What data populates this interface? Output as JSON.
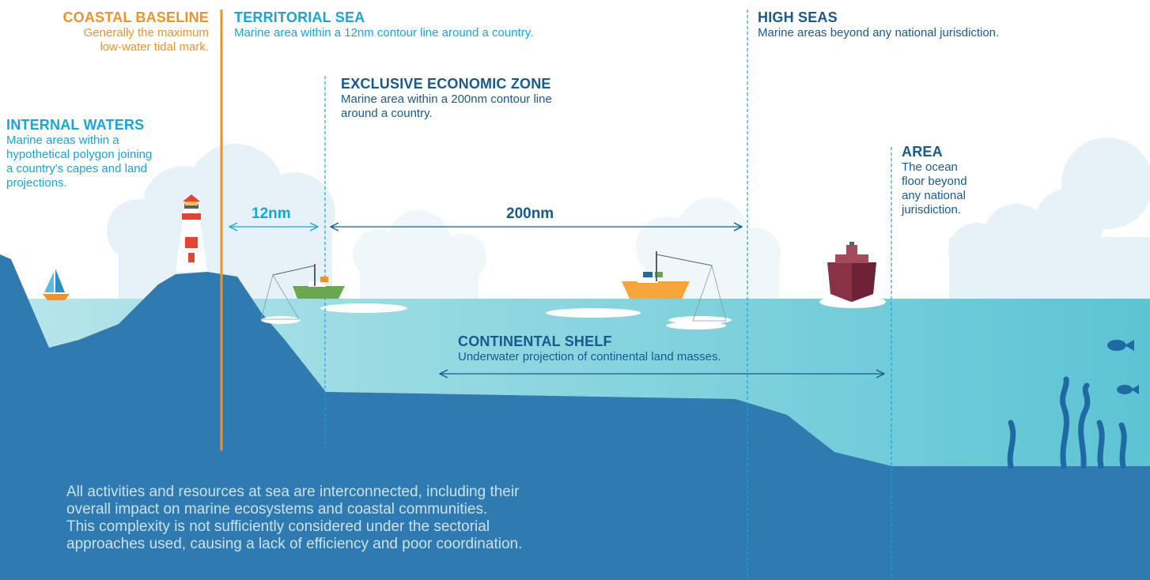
{
  "colors": {
    "orange": "#f0922a",
    "cyan": "#16a6d9",
    "navy": "#175a8f",
    "deep_sea": "#2f7ab0",
    "shallow_sea": "#a7dfe6",
    "cloud": "#e6f2f8",
    "footer_text": "#c9e2f0"
  },
  "zones": {
    "coastal_baseline": {
      "title": "COASTAL BASELINE",
      "line1": "Generally the maximum",
      "line2": "low-water tidal mark."
    },
    "territorial_sea": {
      "title": "TERRITORIAL SEA",
      "desc": "Marine area within a 12nm contour line around a country."
    },
    "high_seas": {
      "title": "HIGH SEAS",
      "desc": "Marine areas beyond any national jurisdiction."
    },
    "eez": {
      "title": "EXCLUSIVE ECONOMIC ZONE",
      "line1": "Marine area within a 200nm contour line",
      "line2": "around a country."
    },
    "internal_waters": {
      "title": "INTERNAL WATERS",
      "line1": "Marine areas within a",
      "line2": "hypothetical polygon joining",
      "line3": "a country's capes and land",
      "line4": "projections."
    },
    "area": {
      "title": "AREA",
      "line1": "The ocean",
      "line2": "floor beyond",
      "line3": "any national",
      "line4": "jurisdiction."
    },
    "continental_shelf": {
      "title": "CONTINENTAL SHELF",
      "desc": "Underwater projection of continental land masses."
    }
  },
  "distances": {
    "territorial": "12nm",
    "eez": "200nm"
  },
  "footer": {
    "line1": "All activities and resources at sea are interconnected, including their",
    "line2": "overall impact on marine ecosystems and coastal communities.",
    "line3": "This complexity is not sufficiently considered under the sectorial",
    "line4": "approaches used, causing a lack of efficiency and poor coordination."
  }
}
